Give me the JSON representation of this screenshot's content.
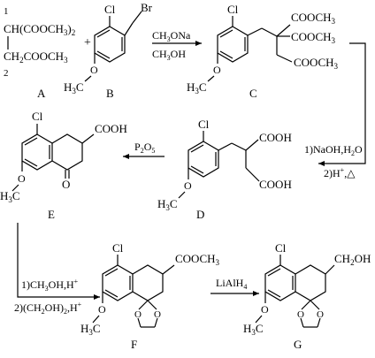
{
  "compounds": {
    "A": {
      "label": "A",
      "loc1": "1",
      "loc2": "2",
      "line1": "CH(COOCH",
      "line1_sub": "3",
      "line1_end": ")",
      "line1_end_sub": "2",
      "line2": "CH",
      "line2_sub": "2",
      "line2_end": "COOCH",
      "line2_end_sub": "3"
    },
    "B": {
      "label": "B",
      "cl": "Cl",
      "br": "Br",
      "ome": "H",
      "ome_sub": "3",
      "ome_end": "C"
    },
    "C": {
      "label": "C",
      "cl": "Cl",
      "ester1": "COOCH",
      "ester1_sub": "3",
      "ester2": "COOCH",
      "ester2_sub": "3",
      "ester3": "COOCH",
      "ester3_sub": "3",
      "ome": "H",
      "ome_sub": "3",
      "ome_end": "C"
    },
    "D": {
      "label": "D",
      "cl": "Cl",
      "acid1": "COOH",
      "acid2": "COOH",
      "ome": "H",
      "ome_sub": "3",
      "ome_end": "C"
    },
    "E": {
      "label": "E",
      "cl": "Cl",
      "acid": "COOH",
      "ketone": "O",
      "ome": "H",
      "ome_sub": "3",
      "ome_end": "C"
    },
    "F": {
      "label": "F",
      "cl": "Cl",
      "ester": "COOCH",
      "ester_sub": "3",
      "ome": "H",
      "ome_sub": "3",
      "ome_end": "C"
    },
    "G": {
      "label": "G",
      "cl": "Cl",
      "alcohol": "CH",
      "alcohol_sub": "2",
      "alcohol_end": "OH",
      "ome": "H",
      "ome_sub": "3",
      "ome_end": "C"
    }
  },
  "plus_sign": "+",
  "reagents": {
    "ab_to_c_top": "CH",
    "ab_to_c_top_sub": "3",
    "ab_to_c_top_end": "ONa",
    "ab_to_c_bottom": "CH",
    "ab_to_c_bottom_sub": "3",
    "ab_to_c_bottom_end": "OH",
    "c_to_d_1": "1)NaOH,H",
    "c_to_d_1_sub": "2",
    "c_to_d_1_end": "O",
    "c_to_d_2": "2)H",
    "c_to_d_2_sup": "+",
    "c_to_d_2_end": ",△",
    "d_to_e": "P",
    "d_to_e_sub1": "2",
    "d_to_e_mid": "O",
    "d_to_e_sub2": "5",
    "e_to_f_1": "1)CH",
    "e_to_f_1_sub": "3",
    "e_to_f_1_mid": "OH,H",
    "e_to_f_1_sup": "+",
    "e_to_f_2": "2)(CH",
    "e_to_f_2_sub1": "2",
    "e_to_f_2_mid": "OH)",
    "e_to_f_2_sub2": "2",
    "e_to_f_2_mid2": ",H",
    "e_to_f_2_sup": "+",
    "f_to_g": "LiAlH",
    "f_to_g_sub": "4"
  }
}
